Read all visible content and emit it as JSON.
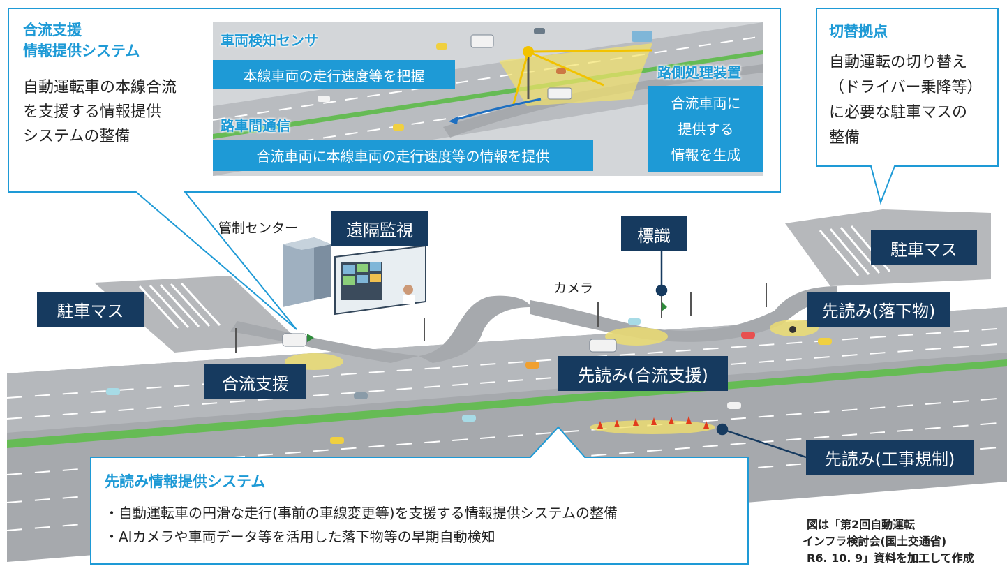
{
  "merge_system": {
    "title_line1": "合流支援",
    "title_line2": "情報提供システム",
    "body_line1": "自動運転車の本線合流",
    "body_line2": "を支援する情報提供",
    "body_line3": "システムの整備"
  },
  "inset": {
    "sensor_label": "車両検知センサ",
    "sensor_box": "本線車両の走行速度等を把握",
    "v2i_label": "路車間通信",
    "v2i_box": "合流車両に本線車両の走行速度等の情報を提供",
    "roadside_label": "路側処理装置",
    "roadside_line1": "合流車両に",
    "roadside_line2": "提供する",
    "roadside_line3": "情報を生成"
  },
  "switch_point": {
    "title": "切替拠点",
    "body_line1": "自動運転の切り替え",
    "body_line2": "（ドライバー乗降等）",
    "body_line3": "に必要な駐車マスの",
    "body_line4": "整備"
  },
  "map_labels": {
    "control_center": "管制センター",
    "remote_monitoring": "遠隔監視",
    "sign": "標識",
    "camera": "カメラ",
    "parking_left": "駐車マス",
    "parking_right": "駐車マス",
    "merge_support": "合流支援",
    "lookahead_merge": "先読み(合流支援)",
    "lookahead_debris": "先読み(落下物)",
    "lookahead_construction": "先読み(工事規制)"
  },
  "lookahead_system": {
    "title": "先読み情報提供システム",
    "bullet1": "・自動運転車の円滑な走行(事前の車線変更等)を支援する情報提供システムの整備",
    "bullet2": "・AIカメラや車両データ等を活用した落下物等の早期自動検知"
  },
  "source_note": {
    "line1": "図は「第2回自動運転",
    "line2": "インフラ検討会(国土交通省)",
    "line3": "R6. 10. 9」資料を加工して作成"
  },
  "colors": {
    "accent_blue": "#1e9ad6",
    "navy_label": "#163a5f",
    "road_gray": "#a6a9ad",
    "median_green": "#66bb55",
    "highlight_yellow": "#f4e36a"
  }
}
